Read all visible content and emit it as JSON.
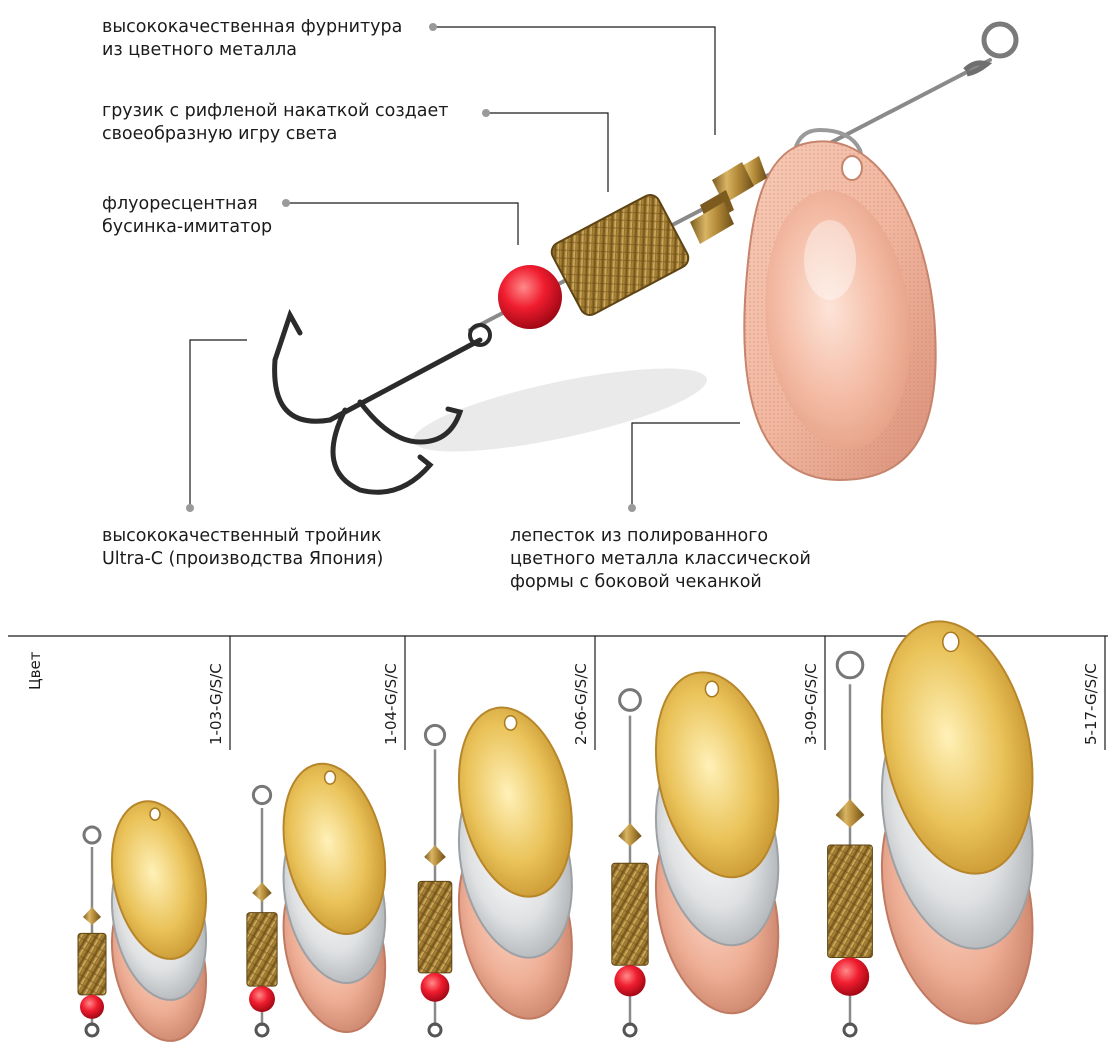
{
  "callouts": {
    "hardware": "высококачественная фурнитура\nиз цветного металла",
    "weight": "грузик с рифленой накаткой создает\nсвоеобразную игру света",
    "bead": "флуоресцентная\nбусинка-имитатор",
    "hook": "высококачественный тройник\nUltra-C (производства Япония)",
    "blade": "лепесток из полированного\nцветного металла классической\nформы с боковой чеканкой"
  },
  "sizes": {
    "color_label": "Цвет",
    "items": [
      "1-03-G/S/C",
      "1-04-G/S/C",
      "2-06-G/S/C",
      "3-09-G/S/C",
      "5-17-G/S/C"
    ]
  },
  "colors": {
    "gold": "#e2b84e",
    "silver": "#d9dcde",
    "copper": "#efb39a",
    "bead_red": "#ee1c2e",
    "brass": "#b8913f",
    "hook": "#2a2a2a"
  }
}
